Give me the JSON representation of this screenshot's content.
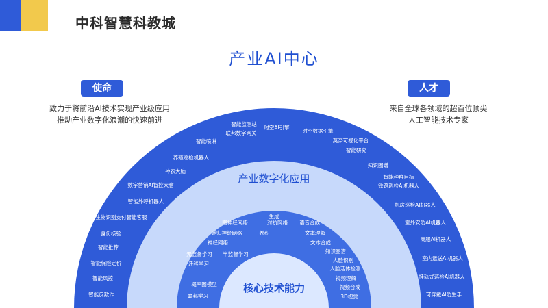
{
  "header": {
    "brand": "中科智慧科教城",
    "title": "产业AI中心"
  },
  "mission": {
    "label": "使命",
    "lines": [
      "致力于将前沿AI技术实现产业级应用",
      "推动产业数字化浪潮的快速前进"
    ]
  },
  "talent": {
    "label": "人才",
    "lines": [
      "来自全球各领域的超百位顶尖",
      "人工智能技术专家"
    ]
  },
  "rings": {
    "outer_label": "产业数字化应用",
    "core_label": "核心技术能力",
    "outer_items": [
      "智能监测站",
      "联邦数字网关",
      "时空AI引擎",
      "时空数据引擎",
      "智能喷淋",
      "莫奈可视化平台",
      "智能研究",
      "养殖巡检机器人",
      "知识图谱",
      "神农大脑",
      "智能种群目标",
      "铁路巡检AI机器人",
      "数字营销AI智控大脑",
      "智能外呼机器人",
      "机房巡检AI机器人",
      "生物识别支付智能客服",
      "室外安防AI机器人",
      "身份核验",
      "商服AI机器人",
      "智能推荐",
      "室内运送AI机器人",
      "智能保险定价",
      "挂轨式巡检AI机器人",
      "智能风控",
      "智能反欺诈",
      "可穿戴AI防生手"
    ],
    "middle_items": [
      "生成",
      "对抗网络",
      "图神经网络",
      "语音合成",
      "递归神经网络",
      "卷积",
      "文本理解",
      "神经网络",
      "文本合成",
      "无监督学习",
      "半监督学习",
      "知识图谱",
      "人脸识别",
      "迁移学习",
      "人脸活体检测",
      "视频理解",
      "概率图模型",
      "视频合成",
      "联邦学习",
      "3D视觉"
    ]
  },
  "colors": {
    "outer": "#2f5bd8",
    "middle": "#c7d9fb",
    "inner": "#3f6ee3",
    "core": "#dce8ff"
  }
}
